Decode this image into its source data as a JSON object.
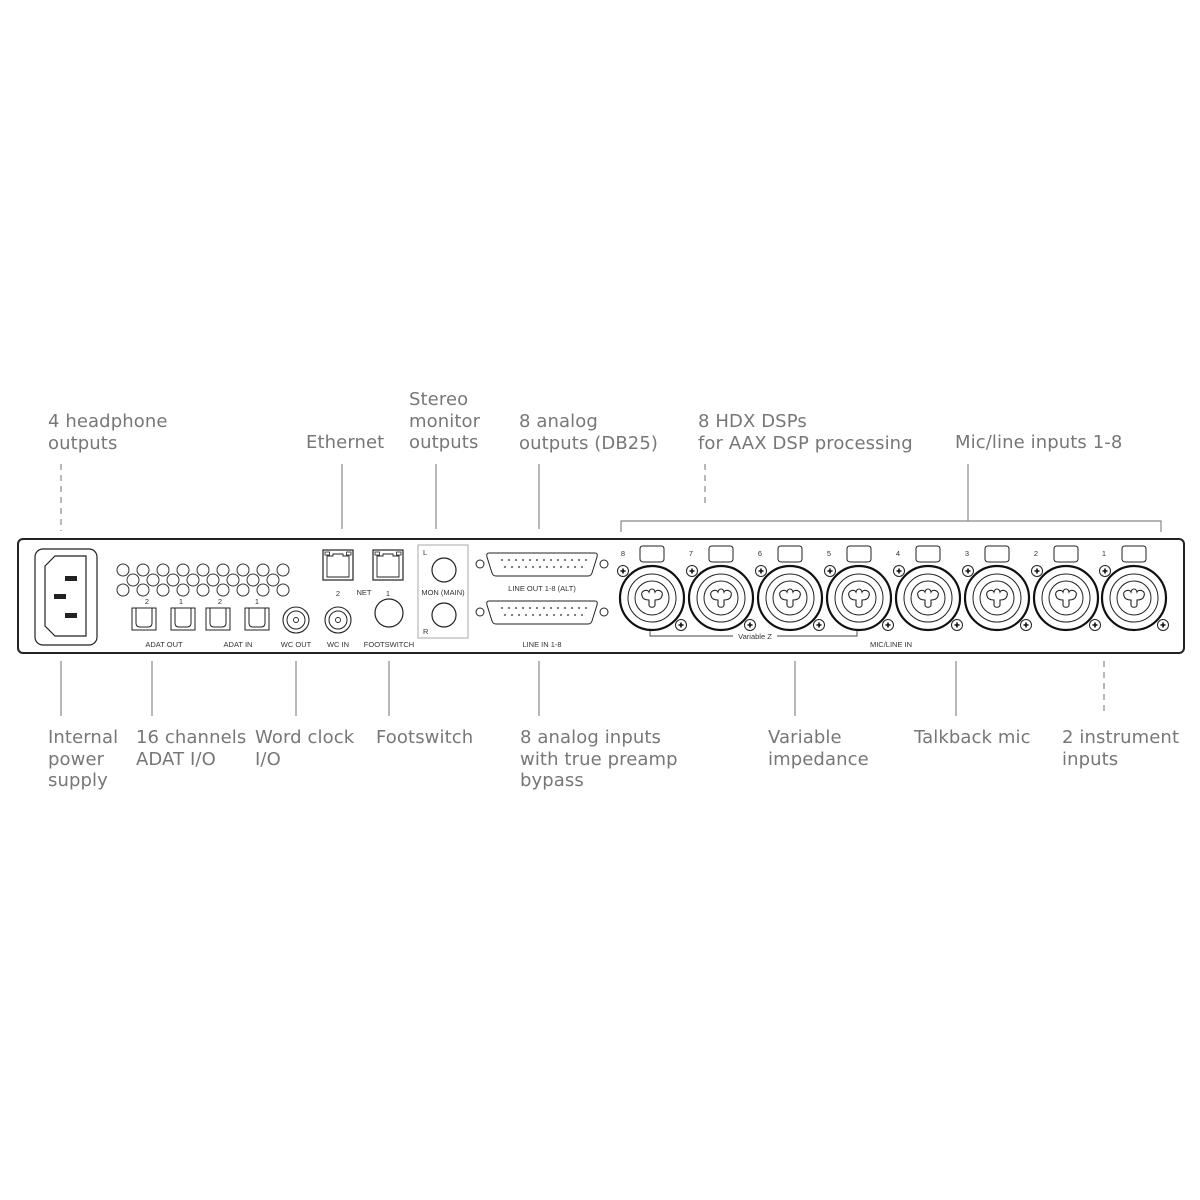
{
  "diagram": {
    "subject": "Audio interface rear panel",
    "colors": {
      "callout_text": "#777777",
      "leader_line": "#888888",
      "panel_stroke": "#222222",
      "background": "#ffffff"
    },
    "top_callouts": [
      {
        "id": "headphone",
        "text": "4 headphone\noutputs",
        "leader": "dashed"
      },
      {
        "id": "ethernet",
        "text": "Ethernet",
        "leader": "solid"
      },
      {
        "id": "monitor",
        "text": "Stereo\nmonitor\noutputs",
        "leader": "solid"
      },
      {
        "id": "analog-out",
        "text": "8 analog\noutputs (DB25)",
        "leader": "solid"
      },
      {
        "id": "hdx",
        "text": "8 HDX DSPs\nfor AAX DSP processing",
        "leader": "dashed"
      },
      {
        "id": "mic-line",
        "text": "Mic/line inputs 1-8",
        "leader": "bracket"
      }
    ],
    "bottom_callouts": [
      {
        "id": "power",
        "text": "Internal\npower\nsupply",
        "leader": "solid"
      },
      {
        "id": "adat",
        "text": "16 channels\nADAT I/O",
        "leader": "solid"
      },
      {
        "id": "wordclock",
        "text": "Word clock\nI/O",
        "leader": "solid"
      },
      {
        "id": "footswitch",
        "text": "Footswitch",
        "leader": "solid"
      },
      {
        "id": "analog-in",
        "text": "8 analog inputs\nwith true preamp\nbypass",
        "leader": "solid"
      },
      {
        "id": "variable-z",
        "text": "Variable\nimpedance",
        "leader": "solid"
      },
      {
        "id": "talkback",
        "text": "Talkback mic",
        "leader": "solid"
      },
      {
        "id": "instrument",
        "text": "2 instrument\ninputs",
        "leader": "dashed"
      }
    ],
    "panel_labels": {
      "adat_out": "ADAT OUT",
      "adat_in": "ADAT IN",
      "adat_nums": [
        "2",
        "1",
        "2",
        "1"
      ],
      "wc_out": "WC OUT",
      "wc_in": "WC IN",
      "footswitch": "FOOTSWITCH",
      "net": "NET",
      "net_port_2": "2",
      "net_port_1": "1",
      "mon_l": "L",
      "mon_main": "MON (MAIN)",
      "mon_r": "R",
      "line_out": "LINE OUT 1-8 (ALT)",
      "line_in": "LINE IN 1-8",
      "variable_z": "Variable Z",
      "mic_line_in": "MIC/LINE IN",
      "channel_numbers": [
        "8",
        "7",
        "6",
        "5",
        "4",
        "3",
        "2",
        "1"
      ]
    }
  }
}
